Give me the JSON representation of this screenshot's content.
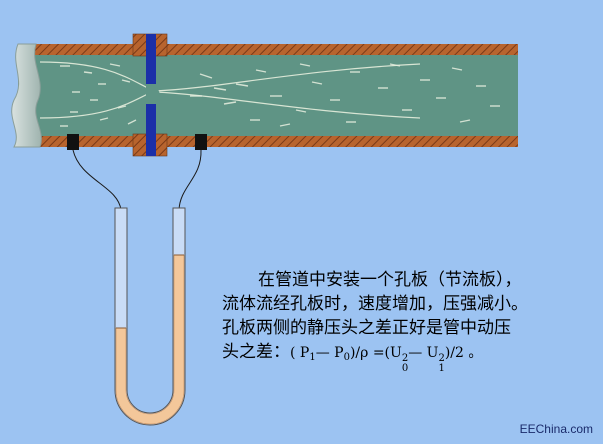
{
  "caption": {
    "line1": "在管道中安装一个孔板（节流板），",
    "line2": "流体流经孔板时，速度增加，压强减小。",
    "line3": "孔板两侧的静压头之差正好是管中动压",
    "line4_prefix": "头之差：",
    "f_open": "( P",
    "f_sub1": "1",
    "f_minus": "— P",
    "f_sub0": "0",
    "f_rho": ")/ρ =(U",
    "f_sup2a": "2",
    "f_sub0b": "0",
    "f_minus2": "— U",
    "f_sup2b": "2",
    "f_sub1b": "1",
    "f_end": ")/2  。"
  },
  "watermark": "EEChina.com",
  "colors": {
    "background": "#9cc3f2",
    "pipe_wall": "#b8642e",
    "fluid": "#5f9485",
    "plate": "#1b2fa8",
    "manometer_liquid": "#f3c79a",
    "tap": "#111111"
  }
}
